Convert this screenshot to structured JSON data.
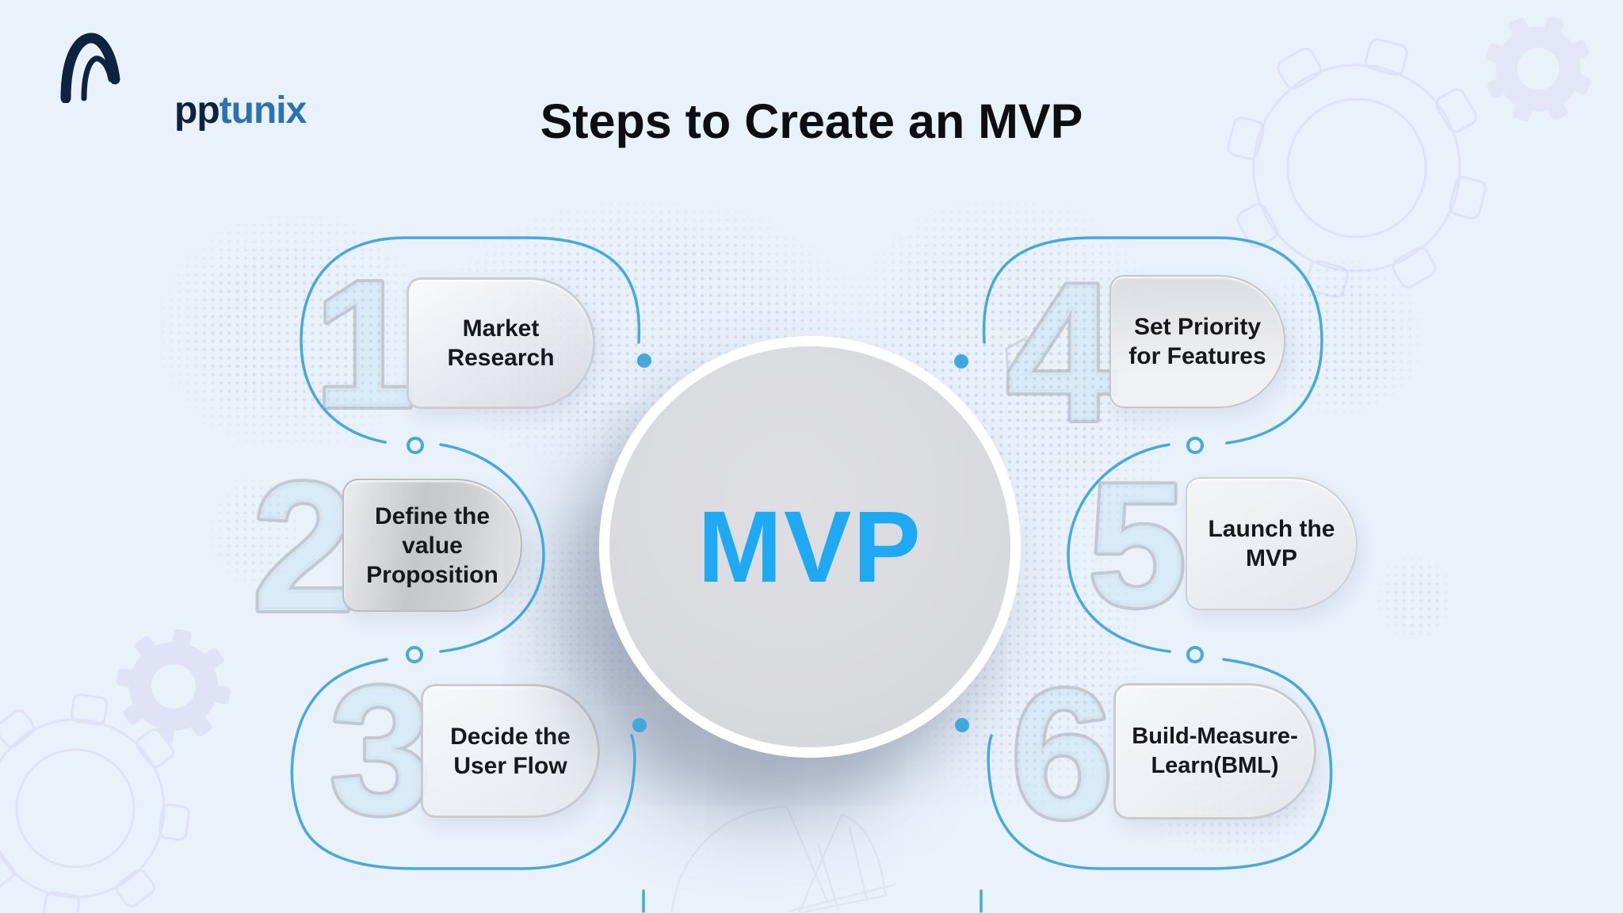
{
  "brand": {
    "name": "Apptunix",
    "wordmark_dark": "pp",
    "wordmark_accent": "tunix"
  },
  "title": {
    "prefix": "Steps to Create an ",
    "highlight": "MVP"
  },
  "center": {
    "label": "MVP"
  },
  "steps": [
    {
      "number": "1",
      "lines": [
        "Market",
        "Research"
      ]
    },
    {
      "number": "2",
      "lines": [
        "Define the",
        "value",
        "Proposition"
      ]
    },
    {
      "number": "3",
      "lines": [
        "Decide the",
        "User Flow"
      ]
    },
    {
      "number": "4",
      "lines": [
        "Set Priority",
        "for Features"
      ]
    },
    {
      "number": "5",
      "lines": [
        "Launch the",
        "MVP"
      ]
    },
    {
      "number": "6",
      "lines": [
        "Build-Measure-",
        "Learn(BML)"
      ]
    }
  ],
  "colors": {
    "background": "#e9f1fb",
    "accent_blue": "#1ea9f2",
    "line_blue": "#47a8da",
    "title_text": "#0c0e12",
    "step_text": "#17181b",
    "pill_silver": "#c6c7cb",
    "numeral_fill": "#d6e9f6",
    "numeral_stroke": "#c2c7d0",
    "gear_tint": "#e0e4f6",
    "logo_dark": "#0e2340",
    "logo_blue": "#2a72b1",
    "circle_fill": "#dadbe0"
  }
}
